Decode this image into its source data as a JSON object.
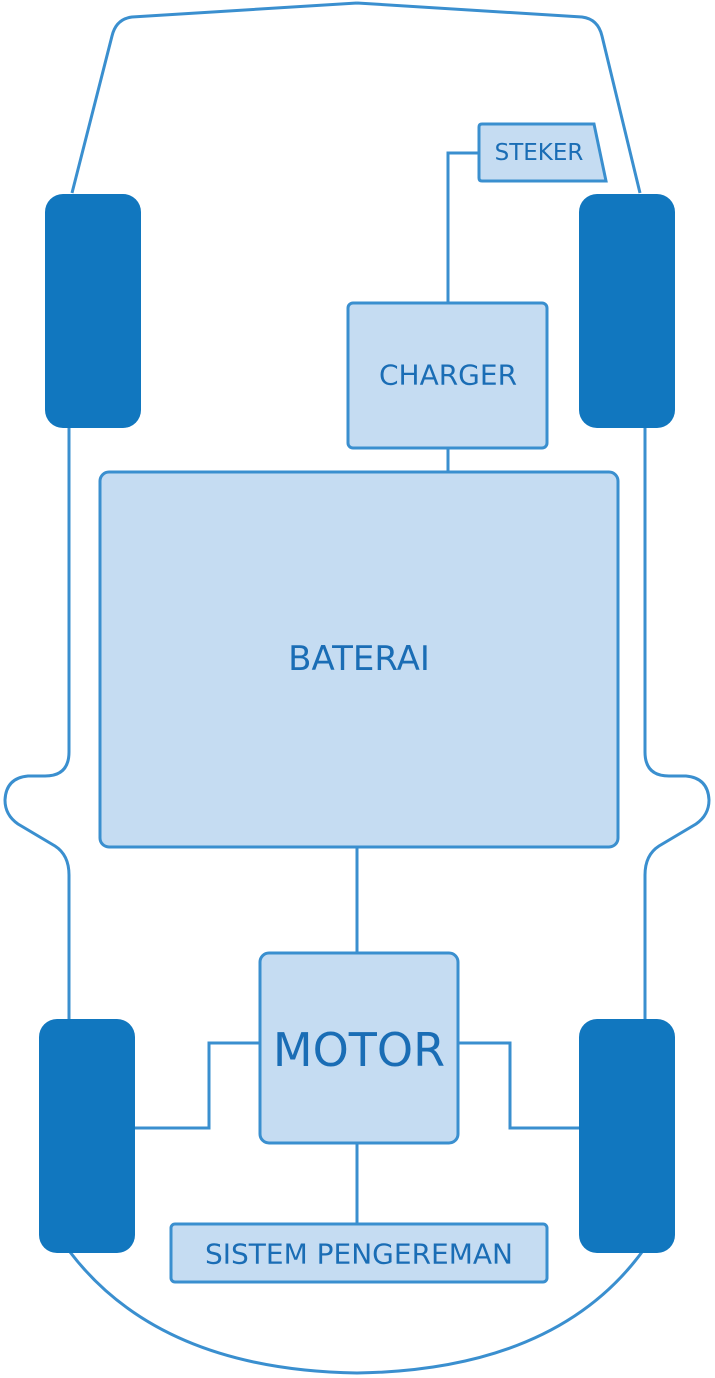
{
  "diagram": {
    "title": "Komponen mobil listrik",
    "components": {
      "plug": "STEKER",
      "charger": "CHARGER",
      "battery": "BATERAI",
      "motor": "MOTOR",
      "brake_system": "SISTEM PENGEREMAN"
    },
    "colors": {
      "outline": "#3a8fcf",
      "wheel": "#1177bf",
      "box_fill": "#c5dcf2",
      "text": "#1a6db5"
    }
  }
}
